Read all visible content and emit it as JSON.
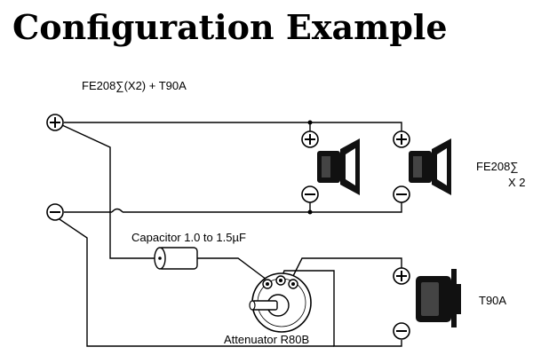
{
  "title": "Configuration Example",
  "top_label": "FE208∑(X2) + T90A",
  "fe208_label_line1": "FE208∑",
  "fe208_label_line2": "X 2",
  "capacitor_label": "Capacitor 1.0 to 1.5µF",
  "attenuator_label": "Attenuator R80B",
  "tweeter_label": "T90A",
  "icons": [
    "plus-terminal-icon",
    "minus-terminal-icon",
    "speaker-icon",
    "tweeter-icon",
    "capacitor-icon",
    "attenuator-knob-icon"
  ],
  "colors": {
    "ink": "#000000",
    "background": "#ffffff",
    "speaker_fill": "#111111",
    "speaker_highlight": "#444444"
  }
}
